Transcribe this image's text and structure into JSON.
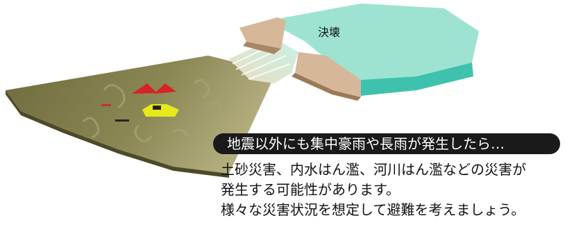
{
  "reservoir_label": "決壊",
  "banner_text": "地震以外にも集中豪雨や長雨が発生したら…",
  "body_lines": [
    "土砂災害、内水はん濫、河川はん濫などの災害が",
    "発生する可能性があります。",
    "様々な災害状況を想定して避難を考えましょう。"
  ],
  "colors": {
    "water_top": "#9ee3d2",
    "water_side": "#3fc2ad",
    "embankment": "#d6b79a",
    "flood_plain": "#8a8754",
    "house_roof": "#d62424",
    "car": "#e6ea1a"
  }
}
